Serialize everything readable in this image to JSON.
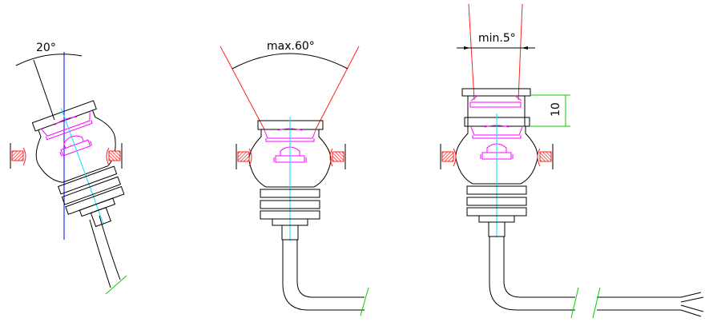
{
  "labels": {
    "tilt_angle": "20°",
    "max_beam_angle": "max.60°",
    "min_beam_angle": "min.5°",
    "extension_length": "10"
  },
  "colors": {
    "outline": "#000000",
    "lens": "#ff00ff",
    "axis": "#00e5ff",
    "tilt_axis": "#0000ff",
    "beam": "#ff2020",
    "dimension": "#00d000"
  }
}
